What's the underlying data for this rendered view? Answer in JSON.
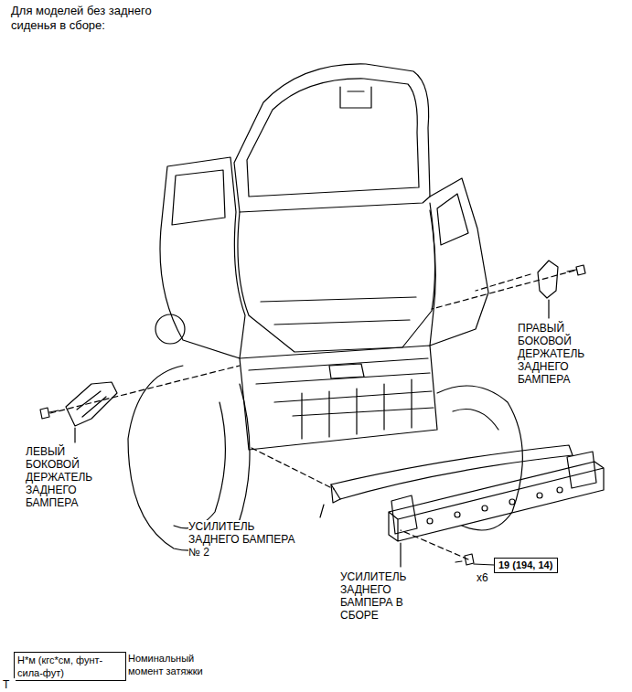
{
  "diagram": {
    "title": "Для моделей без заднего сиденья в сборе:",
    "nodes": [
      {
        "text": [
          "19 (194, 14)"
        ]
      }
    ],
    "labels": [
      "ПРАВЫЙ БОКОВОЙ ДЕРЖАТЕЛЬ ЗАДНЕГО БАМПЕРА",
      "ЛЕВЫЙ БОКОВОЙ ДЕРЖАТЕЛЬ ЗАДНЕГО БАМПЕРА",
      "УСИЛИТЕЛЬ ЗАДНЕГО БАМПЕРА № 2",
      "УСИЛИТЕЛЬ ЗАДНЕГО БАМПЕРА В СБОРЕ",
      "x6",
      "Н*м (кгс*см, фунт-сила-фут)",
      "T"
    ],
    "legend": [
      {
        "text": "Номинальный момент затяжки"
      }
    ]
  }
}
